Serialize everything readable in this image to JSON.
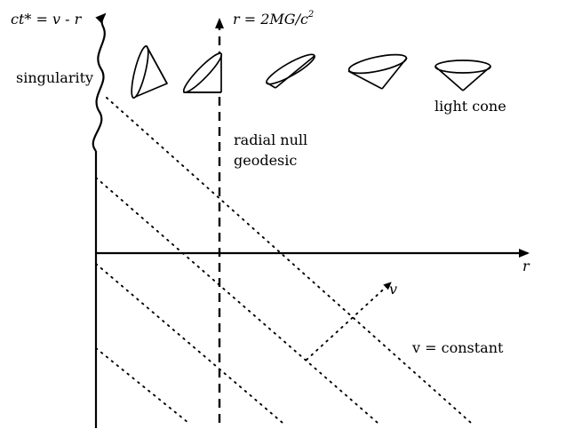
{
  "labels": {
    "vertical_axis": "ct* = v - r",
    "horizon": "r = 2MG/c",
    "horizon_exponent": "2",
    "singularity": "singularity",
    "light_cone": "light cone",
    "radial_null_line1": "radial null",
    "radial_null_line2": "geodesic",
    "r_axis": "r",
    "v_axis": "v",
    "v_constant": "v = constant"
  },
  "light_cone_count": 5,
  "v_constant_line_count": 4
}
